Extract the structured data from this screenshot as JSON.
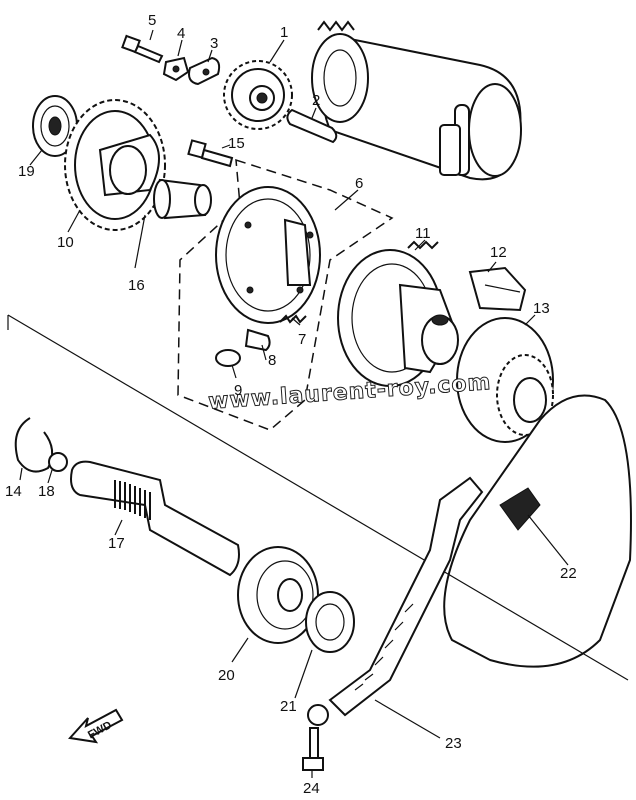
{
  "watermark": "www.laurent-roy.com",
  "direction_marker": "FWD",
  "callouts": [
    {
      "id": "1",
      "label": "1"
    },
    {
      "id": "2",
      "label": "2"
    },
    {
      "id": "3",
      "label": "3"
    },
    {
      "id": "4",
      "label": "4"
    },
    {
      "id": "5",
      "label": "5"
    },
    {
      "id": "6",
      "label": "6"
    },
    {
      "id": "7",
      "label": "7"
    },
    {
      "id": "8",
      "label": "8"
    },
    {
      "id": "9",
      "label": "9"
    },
    {
      "id": "10",
      "label": "10"
    },
    {
      "id": "11",
      "label": "11"
    },
    {
      "id": "12",
      "label": "12"
    },
    {
      "id": "13",
      "label": "13"
    },
    {
      "id": "14",
      "label": "14"
    },
    {
      "id": "15",
      "label": "15"
    },
    {
      "id": "16",
      "label": "16"
    },
    {
      "id": "17",
      "label": "17"
    },
    {
      "id": "18",
      "label": "18"
    },
    {
      "id": "19",
      "label": "19"
    },
    {
      "id": "20",
      "label": "20"
    },
    {
      "id": "21",
      "label": "21"
    },
    {
      "id": "22",
      "label": "22"
    },
    {
      "id": "23",
      "label": "23"
    },
    {
      "id": "24",
      "label": "24"
    }
  ]
}
